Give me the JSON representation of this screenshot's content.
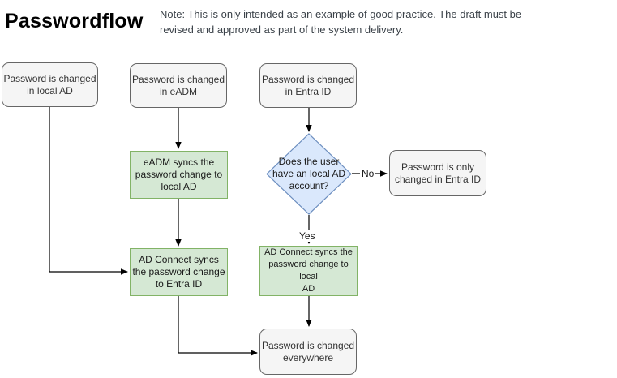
{
  "page": {
    "title": "Passwordflow",
    "note": "Note: This is only intended as an example of good practice. The draft must be\nrevised and approved as part of the system delivery."
  },
  "flowchart": {
    "nodes": {
      "local_ad": {
        "label": "Password is changed\nin local AD",
        "type": "rounded"
      },
      "eadm": {
        "label": "Password is changed\nin eADM",
        "type": "rounded"
      },
      "entra": {
        "label": "Password is changed\nin Entra ID",
        "type": "rounded"
      },
      "eadm_sync": {
        "label": "eADM syncs the\npassword change to\nlocal AD",
        "type": "process"
      },
      "adc_entra": {
        "label": "AD Connect syncs\nthe password change\nto Entra ID",
        "type": "process"
      },
      "decision": {
        "label": "Does the user\nhave an local AD\naccount?",
        "type": "decision"
      },
      "entra_only": {
        "label": "Password is only\nchanged in Entra ID",
        "type": "rounded"
      },
      "adc_local": {
        "label": "AD Connect syncs the\npassword change to local\nAD",
        "type": "process"
      },
      "everywhere": {
        "label": "Password is changed\neverywhere",
        "type": "rounded"
      }
    },
    "edge_labels": {
      "yes": "Yes",
      "no": "No"
    },
    "colors": {
      "process_fill": "#d5e8d4",
      "process_border": "#82b366",
      "decision_fill": "#dae8fc",
      "decision_border": "#6c8ebf",
      "rounded_fill": "#f5f5f5",
      "rounded_border": "#666666",
      "connector": "#000000",
      "note_text": "#3b4249"
    }
  }
}
